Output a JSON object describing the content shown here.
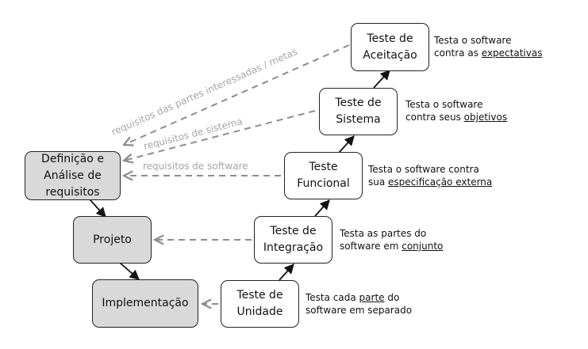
{
  "left_boxes": {
    "definicao": "Definição e\nAnálise de\nrequisitos",
    "projeto": "Projeto",
    "implementacao": "Implementação"
  },
  "test_boxes": {
    "unidade": "Teste de\nUnidade",
    "integracao": "Teste de\nIntegração",
    "funcional": "Teste\nFuncional",
    "sistema": "Teste de\nSistema",
    "aceitacao": "Teste de\nAceitação"
  },
  "descriptions": {
    "unidade": {
      "l1a": "Testa cada ",
      "l1u": "parte",
      "l1b": " do",
      "l2": "software em separado"
    },
    "integracao": {
      "l1": "Testa as partes do",
      "l2a": "software em ",
      "l2u": "conjunto"
    },
    "funcional": {
      "l1": "Testa o software contra",
      "l2a": "sua ",
      "l2u": "especificação externa"
    },
    "sistema": {
      "l1": "Testa o software",
      "l2a": "contra seus ",
      "l2u": "objetivos"
    },
    "aceitacao": {
      "l1": "Testa o software",
      "l2a": "contra as ",
      "l2u": "expectativas"
    }
  },
  "requirement_labels": {
    "partes": "requisitos das partes interessadas / metas",
    "sistema": "requisitos de sistema",
    "software": "requisitos de software"
  },
  "colors": {
    "gray_box": "#d9d9d9",
    "dashed_arrow": "#8c8c8c",
    "label_gray": "#a6a6a6"
  }
}
